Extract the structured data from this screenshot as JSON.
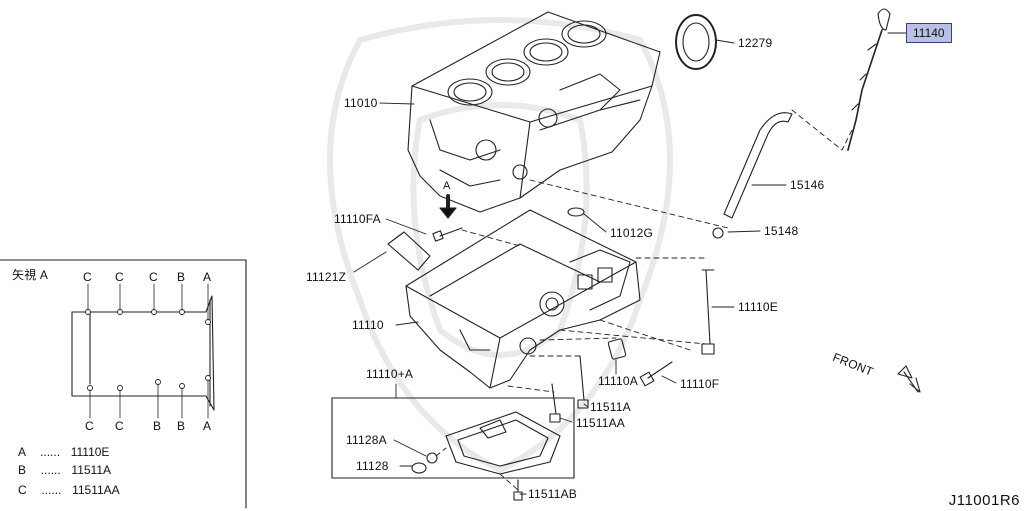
{
  "parts": [
    {
      "id": "p-11140",
      "number": "11140",
      "highlighted": true
    },
    {
      "id": "p-12279",
      "number": "12279"
    },
    {
      "id": "p-11010",
      "number": "11010"
    },
    {
      "id": "p-15146",
      "number": "15146"
    },
    {
      "id": "p-15148",
      "number": "15148"
    },
    {
      "id": "p-11110FA",
      "number": "11110FA"
    },
    {
      "id": "p-11012G",
      "number": "11012G"
    },
    {
      "id": "p-11121Z",
      "number": "11121Z"
    },
    {
      "id": "p-11110E",
      "number": "11110E"
    },
    {
      "id": "p-11110",
      "number": "11110"
    },
    {
      "id": "p-11110A",
      "number": "11110A"
    },
    {
      "id": "p-11110F",
      "number": "11110F"
    },
    {
      "id": "p-11511A",
      "number": "11511A"
    },
    {
      "id": "p-11511AA",
      "number": "11511AA"
    },
    {
      "id": "p-11110plusA",
      "number": "11110+A"
    },
    {
      "id": "p-11128A",
      "number": "11128A"
    },
    {
      "id": "p-11128",
      "number": "11128"
    },
    {
      "id": "p-11511AB",
      "number": "11511AB"
    }
  ],
  "view": {
    "marker": "A",
    "title": "矢視 A",
    "top_letters": [
      "C",
      "C",
      "C",
      "B",
      "A"
    ],
    "bottom_letters": [
      "C",
      "C",
      "B",
      "B",
      "A"
    ]
  },
  "legend": [
    {
      "key": "A",
      "dots": "......",
      "value": "11110E"
    },
    {
      "key": "B",
      "dots": "......",
      "value": "11511A"
    },
    {
      "key": "C",
      "dots": "......",
      "value": "11511AA"
    }
  ],
  "front_label": "FRONT",
  "diagram_code": "J11001R6"
}
